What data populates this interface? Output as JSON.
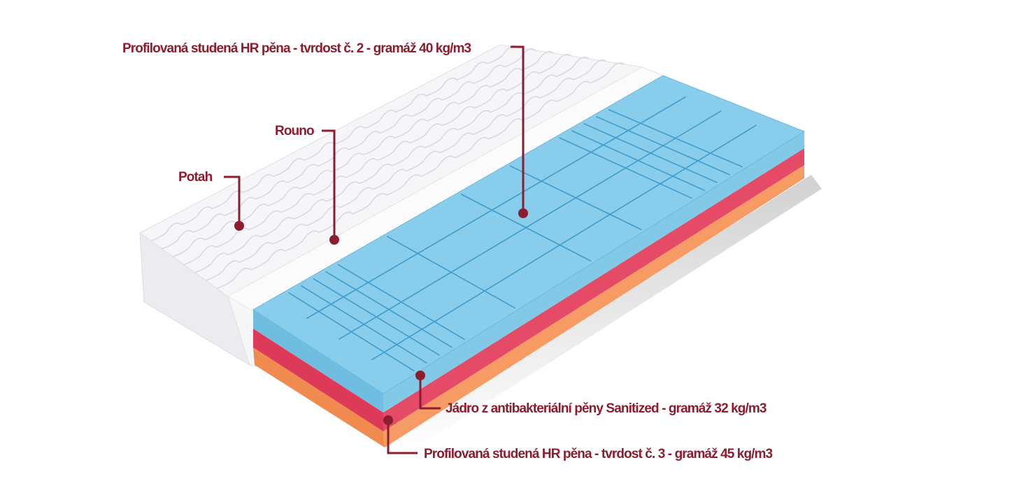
{
  "diagram": {
    "subject": "mattress-cross-section",
    "accent_color": "#8c1d2f",
    "labels": {
      "top_foam": "Profilovaná studená HR pěna - tvrdost č. 2 - gramáž 40 kg/m3",
      "fleece": "Rouno",
      "cover": "Potah",
      "core": "Jádro z antibakteriální pěny Sanitized - gramáž 32 kg/m3",
      "bottom_foam": "Profilovaná studená HR pěna - tvrdost č. 3 - gramáž 45 kg/m3"
    },
    "layer_colors": {
      "top_foam": "#7cc6e6",
      "core": "#e0415e",
      "bottom_foam": "#f3935a",
      "cover": "#f4f3f6",
      "fleece": "#fbfbfb"
    }
  }
}
